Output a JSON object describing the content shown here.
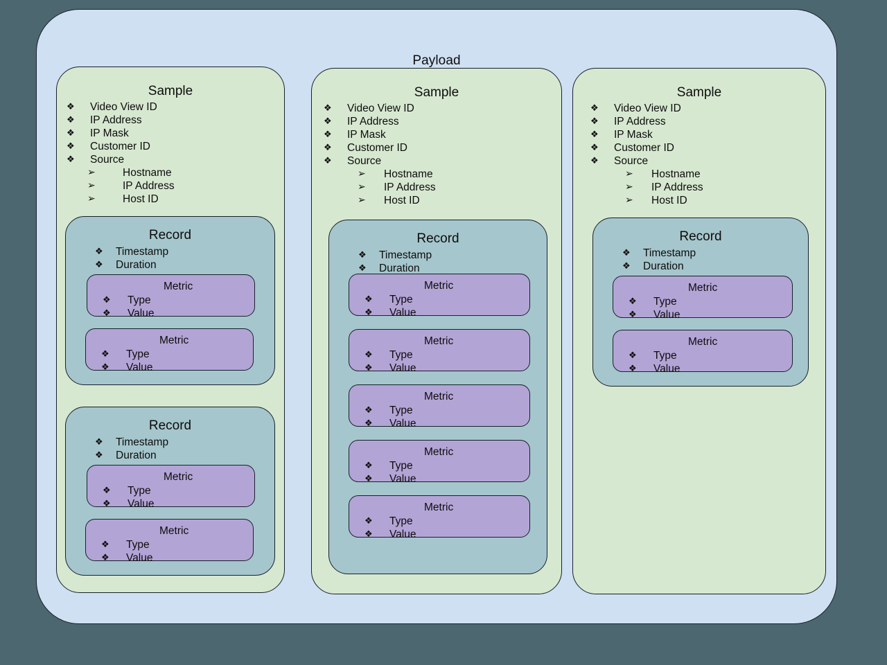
{
  "diagram": {
    "title": "Payload",
    "background_color": "#4c676f",
    "colors": {
      "payload": "#cfe0f3",
      "sample": "#d7e8d0",
      "record": "#a5c6cc",
      "metric": "#b3a4d6",
      "stroke": "#17202b",
      "text": "#0d0d0d"
    },
    "bullet_glyphs": {
      "level1": "❖",
      "level2": "➢"
    }
  },
  "samples": [
    {
      "title": "Sample",
      "fields": [
        {
          "label": "Video View ID",
          "level": 1
        },
        {
          "label": "IP Address",
          "level": 1
        },
        {
          "label": "IP Mask",
          "level": 1
        },
        {
          "label": "Customer ID",
          "level": 1
        },
        {
          "label": "Source",
          "level": 1
        },
        {
          "label": "Hostname",
          "level": 2
        },
        {
          "label": "IP Address",
          "level": 2
        },
        {
          "label": "Host ID",
          "level": 2
        }
      ],
      "records": [
        {
          "title": "Record",
          "fields": [
            {
              "label": "Timestamp"
            },
            {
              "label": "Duration"
            }
          ],
          "metrics": [
            {
              "title": "Metric",
              "fields": [
                {
                  "label": "Type"
                },
                {
                  "label": "Value"
                }
              ]
            },
            {
              "title": "Metric",
              "fields": [
                {
                  "label": "Type"
                },
                {
                  "label": "Value"
                }
              ]
            }
          ]
        },
        {
          "title": "Record",
          "fields": [
            {
              "label": "Timestamp"
            },
            {
              "label": "Duration"
            }
          ],
          "metrics": [
            {
              "title": "Metric",
              "fields": [
                {
                  "label": "Type"
                },
                {
                  "label": "Value"
                }
              ]
            },
            {
              "title": "Metric",
              "fields": [
                {
                  "label": "Type"
                },
                {
                  "label": "Value"
                }
              ]
            }
          ]
        }
      ]
    },
    {
      "title": "Sample",
      "fields": [
        {
          "label": "Video View ID",
          "level": 1
        },
        {
          "label": "IP Address",
          "level": 1
        },
        {
          "label": "IP Mask",
          "level": 1
        },
        {
          "label": "Customer ID",
          "level": 1
        },
        {
          "label": "Source",
          "level": 1
        },
        {
          "label": "Hostname",
          "level": 2
        },
        {
          "label": "IP Address",
          "level": 2
        },
        {
          "label": "Host ID",
          "level": 2
        }
      ],
      "records": [
        {
          "title": "Record",
          "fields": [
            {
              "label": "Timestamp"
            },
            {
              "label": "Duration"
            }
          ],
          "metrics": [
            {
              "title": "Metric",
              "fields": [
                {
                  "label": "Type"
                },
                {
                  "label": "Value"
                }
              ]
            },
            {
              "title": "Metric",
              "fields": [
                {
                  "label": "Type"
                },
                {
                  "label": "Value"
                }
              ]
            },
            {
              "title": "Metric",
              "fields": [
                {
                  "label": "Type"
                },
                {
                  "label": "Value"
                }
              ]
            },
            {
              "title": "Metric",
              "fields": [
                {
                  "label": "Type"
                },
                {
                  "label": "Value"
                }
              ]
            },
            {
              "title": "Metric",
              "fields": [
                {
                  "label": "Type"
                },
                {
                  "label": "Value"
                }
              ]
            }
          ]
        }
      ]
    },
    {
      "title": "Sample",
      "fields": [
        {
          "label": "Video View ID",
          "level": 1
        },
        {
          "label": "IP Address",
          "level": 1
        },
        {
          "label": "IP Mask",
          "level": 1
        },
        {
          "label": "Customer ID",
          "level": 1
        },
        {
          "label": "Source",
          "level": 1
        },
        {
          "label": "Hostname",
          "level": 2
        },
        {
          "label": "IP Address",
          "level": 2
        },
        {
          "label": "Host ID",
          "level": 2
        }
      ],
      "records": [
        {
          "title": "Record",
          "fields": [
            {
              "label": "Timestamp"
            },
            {
              "label": "Duration"
            }
          ],
          "metrics": [
            {
              "title": "Metric",
              "fields": [
                {
                  "label": "Type"
                },
                {
                  "label": "Value"
                }
              ]
            },
            {
              "title": "Metric",
              "fields": [
                {
                  "label": "Type"
                },
                {
                  "label": "Value"
                }
              ]
            }
          ]
        }
      ]
    }
  ]
}
